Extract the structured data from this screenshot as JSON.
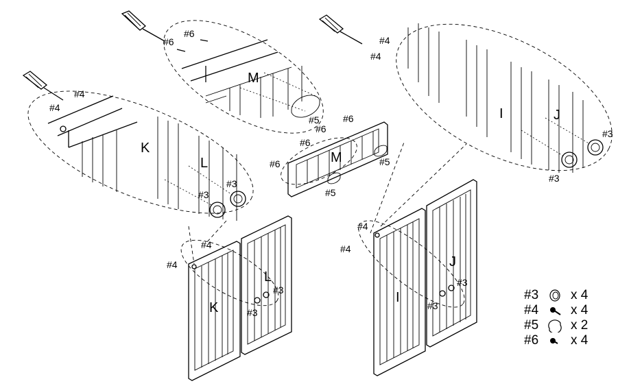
{
  "parts": {
    "p3": "#3",
    "p4": "#4",
    "p5": "#5",
    "p6": "#6"
  },
  "panels": {
    "I": "I",
    "J": "J",
    "K": "K",
    "L": "L",
    "M": "M"
  },
  "legend": [
    {
      "part": "#3",
      "icon": "knob-icon",
      "qty": "x 4"
    },
    {
      "part": "#4",
      "icon": "screw-icon",
      "qty": "x 4"
    },
    {
      "part": "#5",
      "icon": "cup-handle-icon",
      "qty": "x 2"
    },
    {
      "part": "#6",
      "icon": "short-screw-icon",
      "qty": "x 4"
    }
  ]
}
